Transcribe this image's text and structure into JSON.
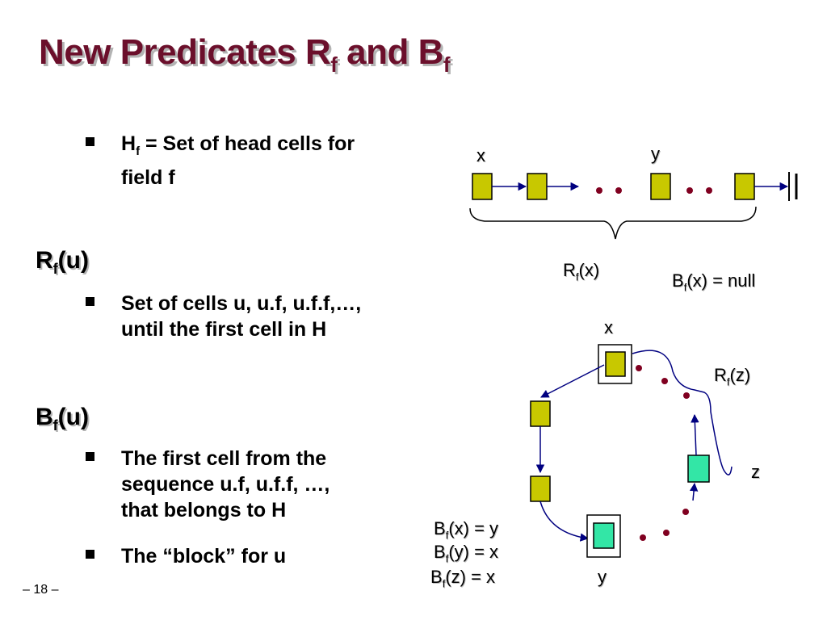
{
  "title": {
    "main": "New Predicates  R",
    "sub1": "f",
    "mid": " and B",
    "sub2": "f"
  },
  "bullets": {
    "hf": {
      "pre": "H",
      "sub": "f",
      "line1": " = Set of head cells for",
      "line2": "field f"
    },
    "rf_desc": {
      "line1": "Set of cells  u, u.f, u.f.f,…,",
      "line2": "until the first cell in H"
    },
    "bf_desc": {
      "line1": "The first cell from the",
      "line2": "sequence u.f, u.f.f, …,",
      "line3": "that belongs to H"
    },
    "block": "The “block” for u"
  },
  "headings": {
    "rf": {
      "pre": "R",
      "sub": "f",
      "post": "(u)"
    },
    "bf": {
      "pre": "B",
      "sub": "f",
      "post": "(u)"
    }
  },
  "top_diagram": {
    "x_label": "x",
    "y_label": "y",
    "rf_label": {
      "pre": "R",
      "sub": "f",
      "post": "(x)"
    },
    "bf_label": {
      "pre": "B",
      "sub": "f",
      "post": "(x) = null"
    }
  },
  "bottom_diagram": {
    "x_label": "x",
    "y_label": "y",
    "z_label": "z",
    "rfz_label": {
      "pre": "R",
      "sub": "f",
      "post": "(z)"
    },
    "bf_lines": [
      {
        "pre": "B",
        "sub": "f",
        "post": "(x) = y"
      },
      {
        "pre": "B",
        "sub": "f",
        "post": "(y) = x"
      },
      {
        "pre": "B",
        "sub": "f",
        "post": "(z) = x"
      }
    ]
  },
  "colors": {
    "title": "#6b0f2b",
    "cell_yellow": "#c8c800",
    "cell_teal": "#33e6a6",
    "dot": "#800020",
    "arrow": "#000080"
  },
  "page_number": "– 18 –"
}
